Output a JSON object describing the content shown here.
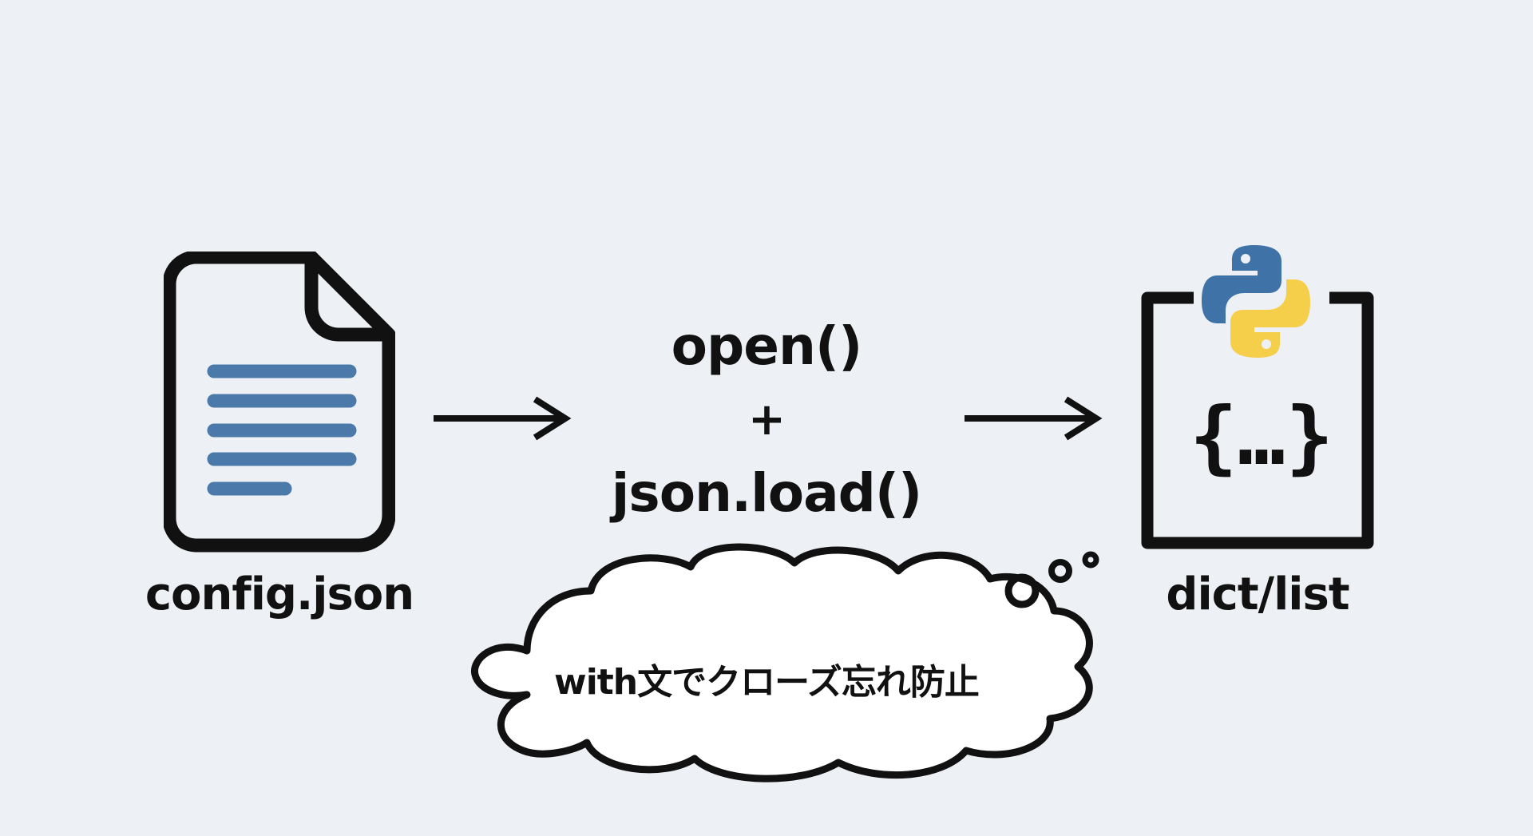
{
  "diagram": {
    "source": {
      "label": "config.json",
      "icon": "document-icon",
      "line_color": "#4a79aa"
    },
    "process": {
      "step1": "open()",
      "joiner": "+",
      "step2": "json.load()"
    },
    "result": {
      "label": "dict/list",
      "icon": "python-logo-icon",
      "content": "{…}",
      "python_blue": "#3f72a7",
      "python_yellow": "#f6cf4a"
    },
    "note": {
      "text": "with文でクローズ忘れ防止",
      "icon": "thought-bubble-icon"
    },
    "arrows": [
      "arrow-right-icon",
      "arrow-right-icon"
    ]
  }
}
